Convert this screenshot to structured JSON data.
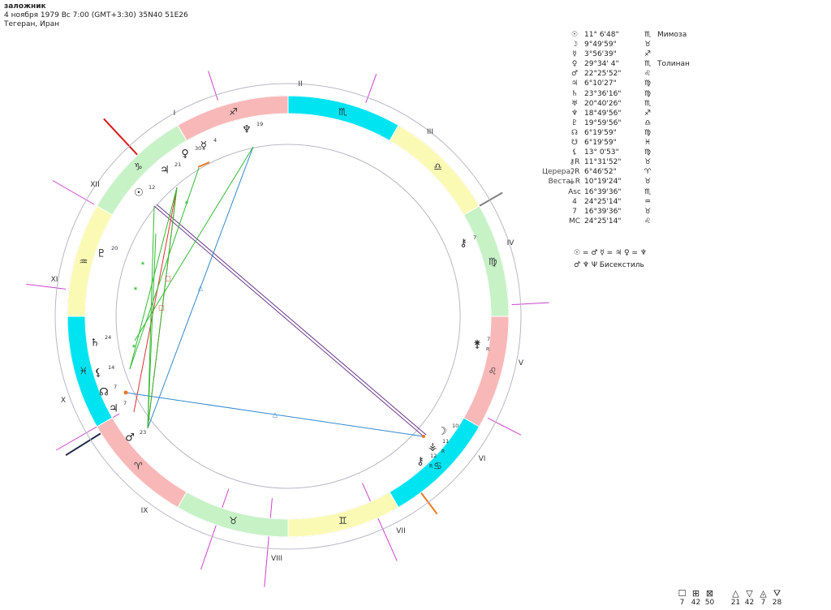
{
  "header": {
    "title": "заложник",
    "line2": "4 ноября 1979  Вс   7:00 (GMT+3:30) 35N40  51E26",
    "line3": "Тегеран, Иран"
  },
  "colors": {
    "fire": "#f8b8b8",
    "earth": "#c6f2c6",
    "air": "#fafab4",
    "water": "#00e4f2",
    "axis_asc": "#d81818",
    "axis_mc": "#202848",
    "axis_alt": "#808080",
    "axis_orange": "#ee7722",
    "house_cusp": "#cc44cc",
    "aspect_sextile": "#33bb33",
    "aspect_trine": "#3388cc",
    "aspect_square": "#dd3333",
    "aspect_opposition": "#6a3a8a"
  },
  "chart": {
    "house_labels": [
      "I",
      "II",
      "III",
      "IV",
      "V",
      "VI",
      "VII",
      "VIII",
      "IX",
      "X",
      "XI",
      "XII"
    ],
    "zodiac_glyphs": [
      "♐",
      "♑",
      "♒",
      "♓",
      "♈",
      "♉",
      "♊",
      "♋",
      "♌",
      "♍",
      "♎",
      "♏"
    ],
    "chart_planets": [
      {
        "glyph": "☉",
        "degree": "12"
      },
      {
        "glyph": "♃",
        "degree": "21"
      },
      {
        "glyph": "♀",
        "degree": "30"
      },
      {
        "glyph": "☿",
        "degree": "4"
      },
      {
        "glyph": "♆",
        "degree": "19"
      },
      {
        "glyph": "⚷",
        "degree": "7"
      },
      {
        "glyph": "♇",
        "degree": "20"
      },
      {
        "glyph": "♄",
        "degree": "24"
      },
      {
        "glyph": "⚸",
        "degree": "14"
      },
      {
        "glyph": "☊",
        "degree": "7"
      },
      {
        "glyph": "♃",
        "degree": "7"
      },
      {
        "glyph": "♂",
        "degree": "23"
      },
      {
        "glyph": "☽",
        "degree": "10"
      },
      {
        "glyph": "⚶",
        "degree": "11",
        "retro": "R"
      },
      {
        "glyph": "⚷",
        "degree": "12",
        "retro": "R"
      },
      {
        "glyph": "⚵",
        "degree": "7",
        "retro": "R"
      }
    ]
  },
  "planets": [
    {
      "sym": "☉",
      "val": "11° 6'48\"",
      "sign": "♏",
      "note": "Мимоза",
      "label": ""
    },
    {
      "sym": "☽",
      "val": "9°49'59\"",
      "sign": "♉",
      "note": "",
      "label": ""
    },
    {
      "sym": "☿",
      "val": "3°56'39\"",
      "sign": "♐",
      "note": "",
      "label": ""
    },
    {
      "sym": "♀",
      "val": "29°34' 4\"",
      "sign": "♏",
      "note": "Толинан",
      "label": ""
    },
    {
      "sym": "♂",
      "val": "22°25'52\"",
      "sign": "♌",
      "note": "",
      "label": ""
    },
    {
      "sym": "♃",
      "val": "6°10'27\"",
      "sign": "♍",
      "note": "",
      "label": ""
    },
    {
      "sym": "♄",
      "val": "23°36'16\"",
      "sign": "♍",
      "note": "",
      "label": ""
    },
    {
      "sym": "♅",
      "val": "20°40'26\"",
      "sign": "♏",
      "note": "",
      "label": ""
    },
    {
      "sym": "♆",
      "val": "18°49'56\"",
      "sign": "♐",
      "note": "",
      "label": ""
    },
    {
      "sym": "♇",
      "val": "19°59'56\"",
      "sign": "♎",
      "note": "",
      "label": ""
    },
    {
      "sym": "☊",
      "val": "6°19'59\"",
      "sign": "♍",
      "note": "",
      "label": ""
    },
    {
      "sym": "☋",
      "val": "6°19'59\"",
      "sign": "♓",
      "note": "",
      "label": ""
    },
    {
      "sym": "⚸",
      "val": "13° 0'53\"",
      "sign": "♍",
      "note": "",
      "label": ""
    },
    {
      "sym": "⚷R",
      "val": "11°31'52\"",
      "sign": "♉",
      "note": "",
      "label": ""
    },
    {
      "sym": "⚳R",
      "val": "6°46'52\"",
      "sign": "♈",
      "note": "",
      "label": "Церера"
    },
    {
      "sym": "⚶R",
      "val": "10°19'24\"",
      "sign": "♉",
      "note": "",
      "label": "Веста"
    },
    {
      "sym": "Asc",
      "val": "16°39'36\"",
      "sign": "♏",
      "note": "",
      "label": ""
    },
    {
      "sym": "4",
      "val": "24°25'14\"",
      "sign": "♒",
      "note": "",
      "label": ""
    },
    {
      "sym": "7",
      "val": "16°39'36\"",
      "sign": "♉",
      "note": "",
      "label": ""
    },
    {
      "sym": "MC",
      "val": "24°25'14\"",
      "sign": "♌",
      "note": "",
      "label": ""
    }
  ],
  "aspects_summary": {
    "line1": "☉ = ♂ ☿ = ♃ ♀ = ♆",
    "line2": "♂ ♆ Ψ  Бисекстиль"
  },
  "footer": {
    "group1": [
      {
        "sym": "☐",
        "num": "7"
      },
      {
        "sym": "⊞",
        "num": "42"
      },
      {
        "sym": "⊠",
        "num": "50"
      }
    ],
    "group2": [
      {
        "sym": "△",
        "num": "21"
      },
      {
        "sym": "▽",
        "num": "42"
      },
      {
        "sym": "◬",
        "num": "7"
      },
      {
        "sym": "⛛",
        "num": "28"
      }
    ]
  }
}
